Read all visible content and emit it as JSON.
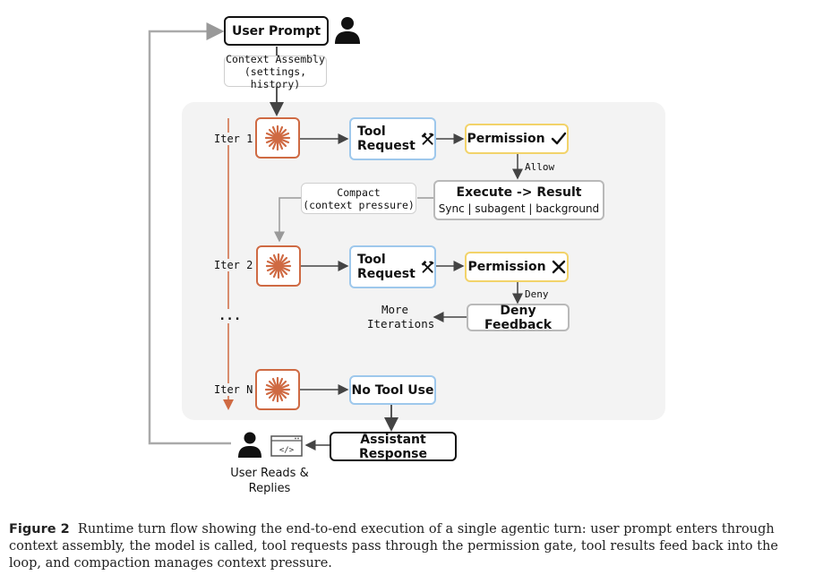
{
  "nodes": {
    "user_prompt": "User Prompt",
    "context_assembly": [
      "Context Assembly",
      "(settings, history)"
    ],
    "iter_1": "Iter 1",
    "iter_2": "Iter 2",
    "iter_dots": "...",
    "iter_n": "Iter N",
    "tool_request_1": [
      "Tool",
      "Request"
    ],
    "tool_request_2": [
      "Tool",
      "Request"
    ],
    "permission_allow_box": "Permission",
    "permission_deny_box": "Permission",
    "allow_label": "Allow",
    "deny_label": "Deny",
    "execute_title": "Execute -> Result",
    "execute_sub": "Sync | subagent | background",
    "compact": [
      "Compact",
      "(context pressure)"
    ],
    "deny_feedback": "Deny Feedback",
    "more_iterations": [
      "More",
      "Iterations"
    ],
    "no_tool_use": "No Tool Use",
    "assistant_response": "Assistant Response",
    "user_reads": [
      "User Reads &",
      "Replies"
    ]
  },
  "caption": {
    "label": "Figure 2",
    "text": "Runtime turn flow showing the end-to-end execution of a single agentic turn: user prompt enters through context assembly, the model is called, tool requests pass through the permission gate, tool results feed back into the loop, and compaction manages context pressure."
  },
  "colors": {
    "model_orange": "#cf6a43",
    "tool_blue": "#9ec8ec",
    "permission_yellow": "#f2d36a",
    "panel_grey": "#f3f3f3"
  },
  "icons": [
    "person-icon",
    "hammer-pick-icon",
    "checkmark-icon",
    "cross-icon",
    "asterisk-model-icon",
    "code-window-icon"
  ]
}
